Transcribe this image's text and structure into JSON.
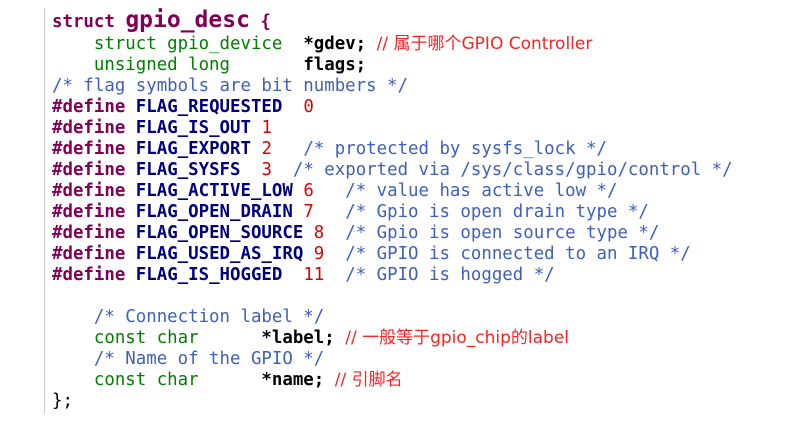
{
  "code": {
    "struct_keyword": "struct",
    "struct_name": "gpio_desc",
    "open_brace": "{",
    "close": "};",
    "fields": {
      "gdev": {
        "type": "struct gpio_device",
        "name": "*gdev",
        "semicolon": ";",
        "note": "// 属于哪个GPIO Controller"
      },
      "flags": {
        "type": "unsigned long",
        "name": "flags",
        "semicolon": ";"
      },
      "label": {
        "type": "const char",
        "name": "*label",
        "semicolon": ";",
        "note": "// 一般等于gpio_chip的label"
      },
      "pin_name": {
        "type": "const char",
        "name": "*name",
        "semicolon": ";",
        "note": "// 引脚名"
      }
    },
    "flags_comment": "/* flag symbols are bit numbers */",
    "define_kw": "#define",
    "defines": [
      {
        "macro": "FLAG_REQUESTED",
        "value": "0",
        "comment": ""
      },
      {
        "macro": "FLAG_IS_OUT",
        "value": "1",
        "comment": ""
      },
      {
        "macro": "FLAG_EXPORT",
        "value": "2",
        "comment": "/* protected by sysfs_lock */"
      },
      {
        "macro": "FLAG_SYSFS",
        "value": "3",
        "comment": "/* exported via /sys/class/gpio/control */"
      },
      {
        "macro": "FLAG_ACTIVE_LOW",
        "value": "6",
        "comment": "/* value has active low */"
      },
      {
        "macro": "FLAG_OPEN_DRAIN",
        "value": "7",
        "comment": "/* Gpio is open drain type */"
      },
      {
        "macro": "FLAG_OPEN_SOURCE",
        "value": "8",
        "comment": "/* Gpio is open source type */"
      },
      {
        "macro": "FLAG_USED_AS_IRQ",
        "value": "9",
        "comment": "/* GPIO is connected to an IRQ */"
      },
      {
        "macro": "FLAG_IS_HOGGED",
        "value": "11",
        "comment": "/* GPIO is hogged */"
      }
    ],
    "label_comment": "/* Connection label */",
    "name_comment": "/* Name of the GPIO */"
  }
}
